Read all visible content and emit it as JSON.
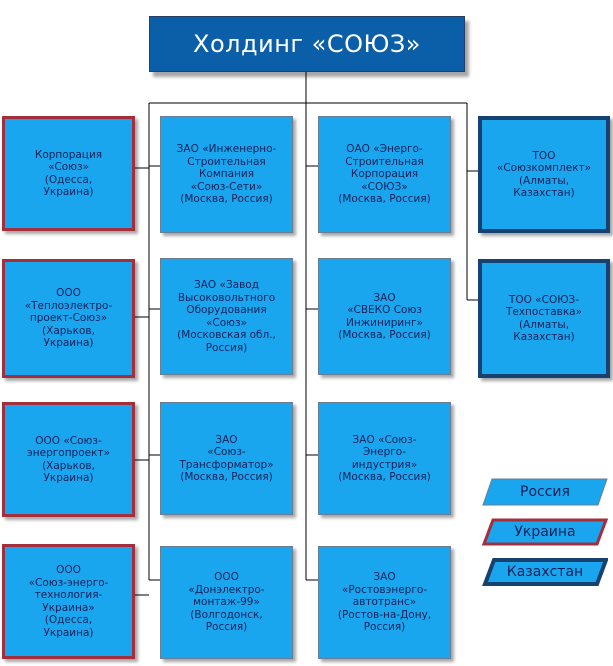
{
  "header": {
    "title": "Холдинг «СОЮЗ»"
  },
  "left": [
    {
      "text": "Корпорация\n«Союз»\n(Одесса,\nУкраина)",
      "country": "ua"
    },
    {
      "text": "ООО\n«Теплоэлектро-\nпроект-Союз»\n(Харьков,\nУкраина)",
      "country": "ua"
    },
    {
      "text": "ООО «Союз-\nэнергопроект»\n(Харьков,\nУкраина)",
      "country": "ua"
    },
    {
      "text": "ООО\n«Союз-энерго-\nтехнология-\nУкраина»\n(Одесса,\nУкраина)",
      "country": "ua"
    }
  ],
  "center_left": [
    {
      "text": "ЗАО «Инженерно-\nСтроительная\nКомпания\n«Союз-Сети»\n(Москва, Россия)",
      "country": "ru"
    },
    {
      "text": "ЗАО «Завод\nВысоковольтного\nОборудования\n«Союз»\n(Московская обл.,\nРоссия)",
      "country": "ru"
    },
    {
      "text": "ЗАО\n«Союз-\nТрансформатор»\n(Москва, Россия)",
      "country": "ru"
    },
    {
      "text": "ООО\n«Донэлектро-\nмонтаж-99»\n(Волгодонск,\nРоссия)",
      "country": "ru"
    }
  ],
  "center_right": [
    {
      "text": "ОАО «Энерго-\nСтроительная\nКорпорация\n«СОЮЗ»\n(Москва, Россия)",
      "country": "ru"
    },
    {
      "text": "ЗАО\n«СВЕКО Союз\nИнжиниринг»\n(Москва, Россия)",
      "country": "ru"
    },
    {
      "text": "ЗАО «Союз-\nЭнерго-\nиндустрия»\n(Москва, Россия)",
      "country": "ru"
    },
    {
      "text": "ЗАО\n«Ростовэнерго-\nавтотранс»\n(Ростов-на-Дону,\nРоссия)",
      "country": "ru"
    }
  ],
  "right": [
    {
      "text": "ТОО\n«Союзкомплект»\n(Алматы,\nКазахстан)",
      "country": "kz"
    },
    {
      "text": "ТОО «СОЮЗ-\nТехпоставка»\n(Алматы,\nКазахстан)",
      "country": "kz"
    }
  ],
  "legend": [
    {
      "label": "Россия",
      "country": "ru"
    },
    {
      "label": "Украина",
      "country": "ua"
    },
    {
      "label": "Казахстан",
      "country": "kz"
    }
  ],
  "colors": {
    "fill": "#1aa6ee",
    "header": "#0b5fa8",
    "russia_border": "#6a7d92",
    "ukraine_border": "#a32e3c",
    "kazakhstan_border": "#17416f"
  }
}
